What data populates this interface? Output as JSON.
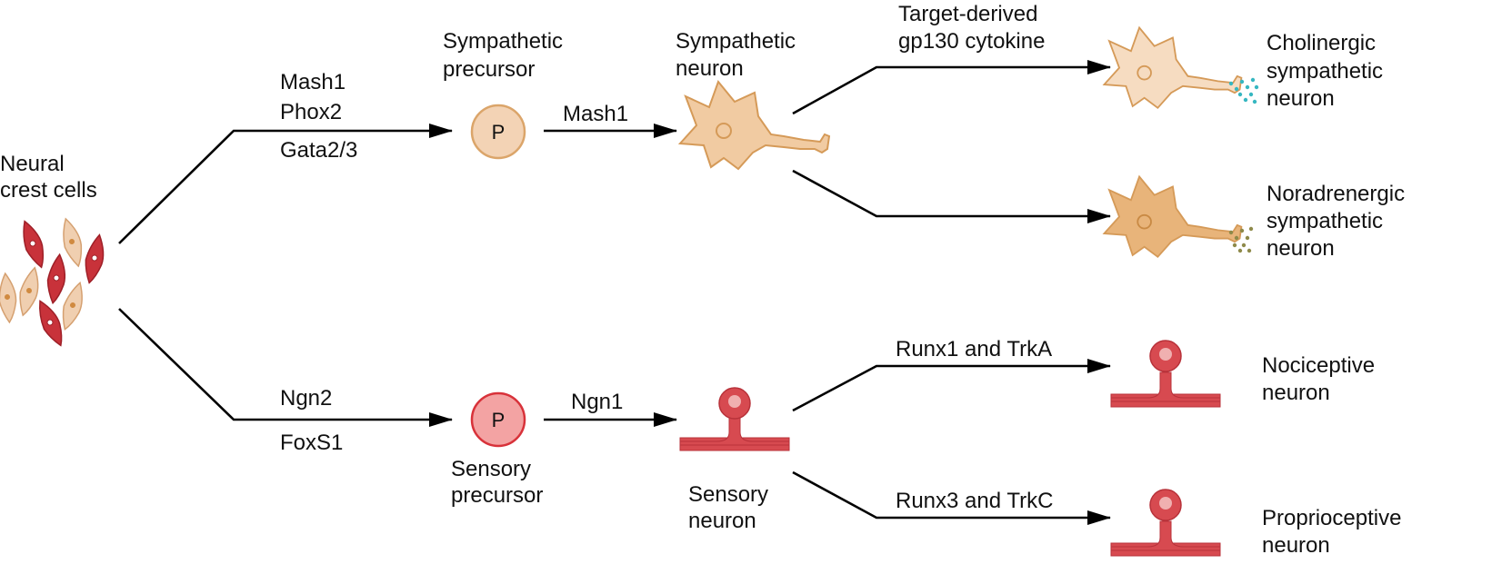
{
  "colors": {
    "line": "#000000",
    "neural_crest_dark": "#c8323a",
    "neural_crest_light": "#f0cfb0",
    "sympathetic_precursor": "#f3d3b5",
    "sympathetic_precursor_stroke": "#dba56a",
    "sympathetic_neuron": "#f1cba2",
    "sympathetic_neuron_stroke": "#d59a58",
    "cholinergic_neuron": "#f6dcc1",
    "noradrenergic_neuron": "#e8b47a",
    "sensory_precursor": "#f3a3a3",
    "sensory_precursor_stroke": "#d8323a",
    "sensory_neuron": "#d74a50",
    "sensory_neuron_light": "#f0b0b0",
    "cholinergic_dots": "#36b7c1",
    "noradrenergic_dots": "#8e8a4a"
  },
  "source": {
    "label_line1": "Neural",
    "label_line2": "crest cells",
    "icon": "neural-crest-cells-cluster"
  },
  "sympathetic_branch": {
    "factors": [
      "Mash1",
      "Phox2",
      "Gata2/3"
    ],
    "precursor_label_line1": "Sympathetic",
    "precursor_label_line2": "precursor",
    "precursor_letter": "P",
    "step_factor": "Mash1",
    "neuron_label_line1": "Sympathetic",
    "neuron_label_line2": "neuron",
    "upper_factor_line1": "Target-derived",
    "upper_factor_line2": "gp130 cytokine",
    "cholinergic_line1": "Cholinergic",
    "cholinergic_line2": "sympathetic",
    "cholinergic_line3": "neuron",
    "noradrenergic_line1": "Noradrenergic",
    "noradrenergic_line2": "sympathetic",
    "noradrenergic_line3": "neuron"
  },
  "sensory_branch": {
    "factors": [
      "Ngn2",
      "FoxS1"
    ],
    "precursor_label_line1": "Sensory",
    "precursor_label_line2": "precursor",
    "precursor_letter": "P",
    "step_factor": "Ngn1",
    "neuron_label_line1": "Sensory",
    "neuron_label_line2": "neuron",
    "upper_factor": "Runx1 and TrkA",
    "lower_factor": "Runx3 and TrkC",
    "nociceptive_line1": "Nociceptive",
    "nociceptive_line2": "neuron",
    "proprioceptive_line1": "Proprioceptive",
    "proprioceptive_line2": "neuron"
  }
}
